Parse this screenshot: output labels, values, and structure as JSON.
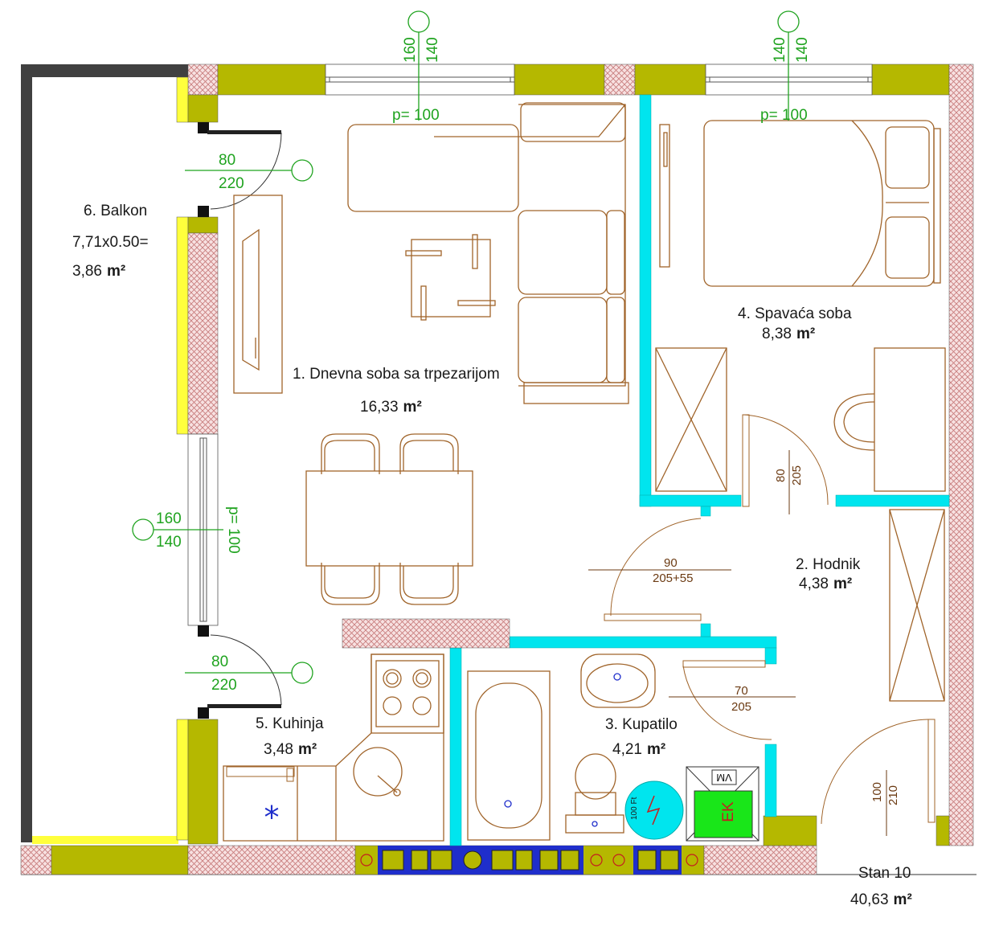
{
  "rooms": {
    "living": {
      "name": "1. Dnevna soba sa trpezarijom",
      "area": "16,33",
      "unit": "m²"
    },
    "hallway": {
      "name": "2. Hodnik",
      "area": "4,38",
      "unit": "m²"
    },
    "bathroom": {
      "name": "3. Kupatilo",
      "area": "4,21",
      "unit": "m²"
    },
    "bedroom": {
      "name": "4. Spavaća soba",
      "area": "8,38",
      "unit": "m²"
    },
    "kitchen": {
      "name": "5. Kuhinja",
      "area": "3,48",
      "unit": "m²"
    },
    "balcony": {
      "name": "6. Balkon",
      "formula": "7,71x0.50=",
      "area": "3,86",
      "unit": "m²"
    }
  },
  "apartment": {
    "name": "Stan 10",
    "area": "40,63",
    "unit": "m²"
  },
  "windows": {
    "living_top": {
      "w": "160",
      "h": "140",
      "parapet": "p= 100"
    },
    "bedroom_top": {
      "w": "140",
      "h": "140",
      "parapet": "p= 100"
    },
    "living_left": {
      "w": "160",
      "h": "140",
      "parapet": "p= 100"
    }
  },
  "doors": {
    "balcony_top": {
      "w": "80",
      "h": "220"
    },
    "balcony_bottom": {
      "w": "80",
      "h": "220"
    },
    "bedroom": {
      "w": "80",
      "h": "205"
    },
    "living": {
      "w": "90",
      "h": "205+55"
    },
    "bathroom": {
      "w": "70",
      "h": "205"
    },
    "entrance": {
      "w": "100",
      "h": "210"
    }
  },
  "symbols": {
    "boiler": "EK",
    "washer": "VM",
    "heater": "100 Ft"
  },
  "colors": {
    "wall": "#b5b800",
    "wall_light": "#ffff3c",
    "partition": "#00e5ee",
    "brick": "#f5dada",
    "furniture": "#a0642a",
    "dimension": "#1fa31f"
  }
}
